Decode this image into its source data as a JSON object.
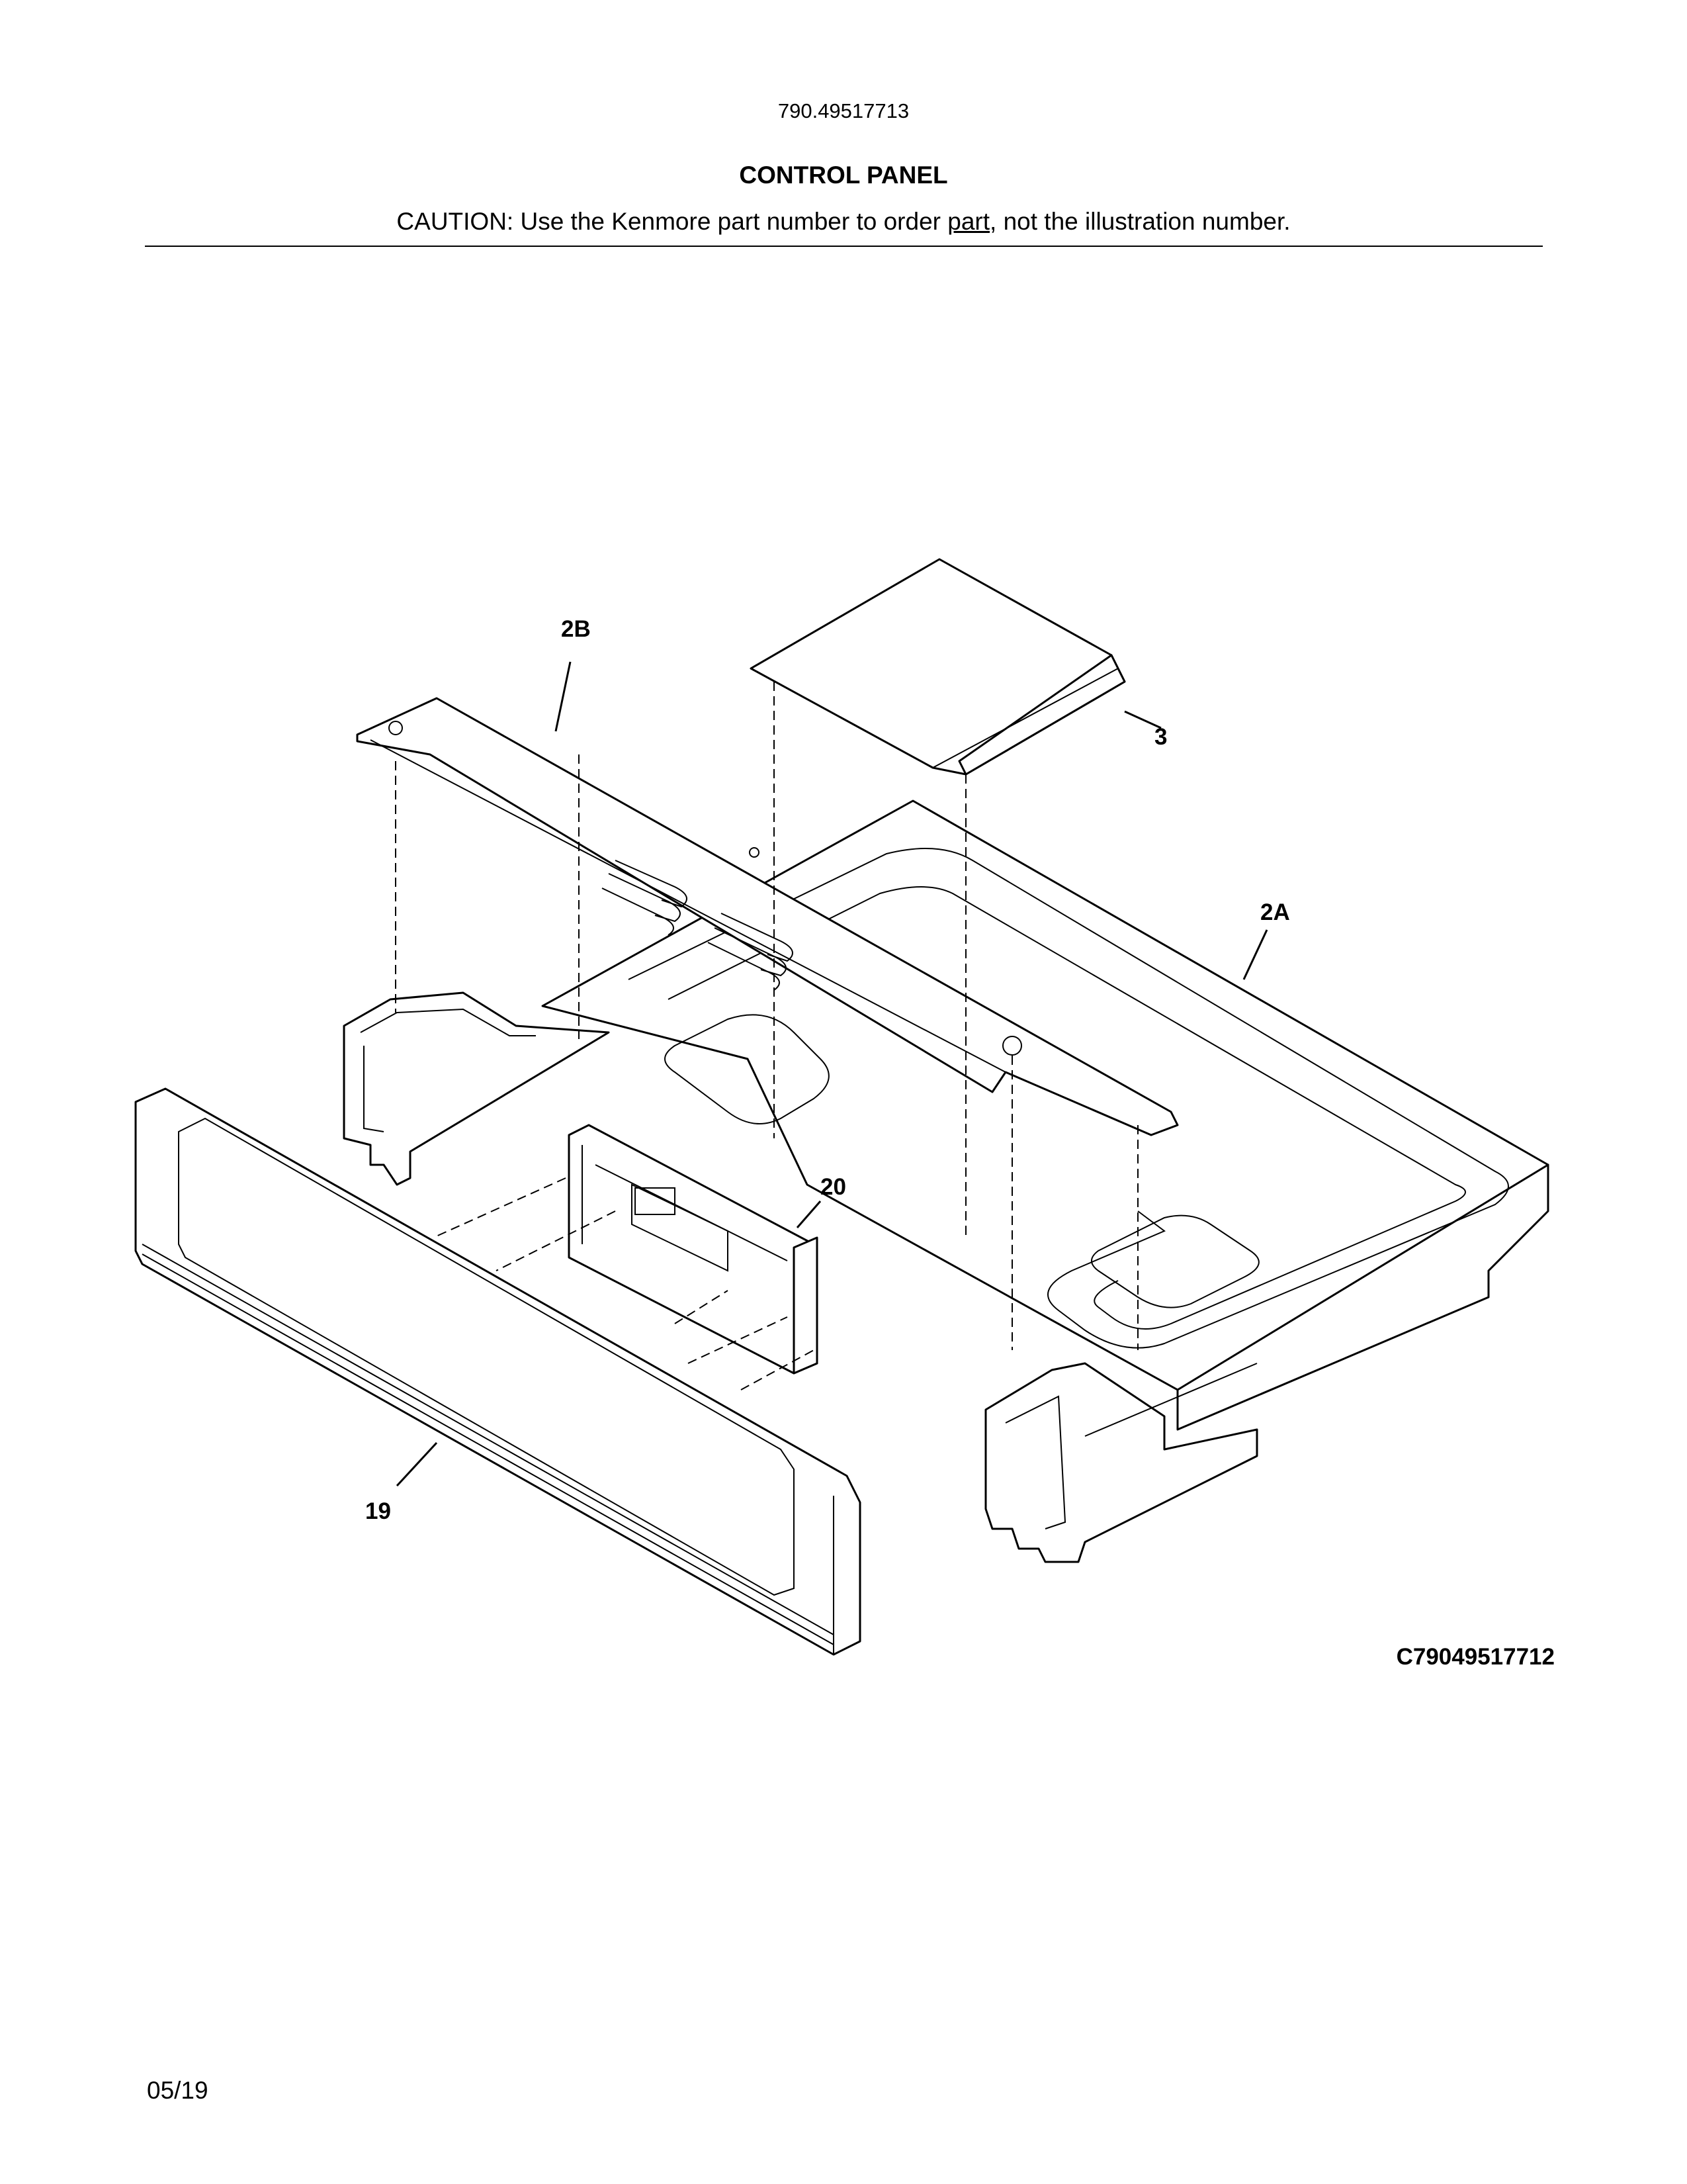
{
  "header": {
    "model_number": "790.49517713",
    "title": "CONTROL PANEL",
    "caution_prefix": "CAUTION: Use the Kenmore part number to order ",
    "caution_underlined": "part",
    "caution_suffix": ", not the illustration number."
  },
  "callouts": {
    "part_2b": "2B",
    "part_3": "3",
    "part_2a": "2A",
    "part_20": "20",
    "part_19": "19"
  },
  "footer": {
    "diagram_code": "C79049517712",
    "date": "05/19"
  }
}
